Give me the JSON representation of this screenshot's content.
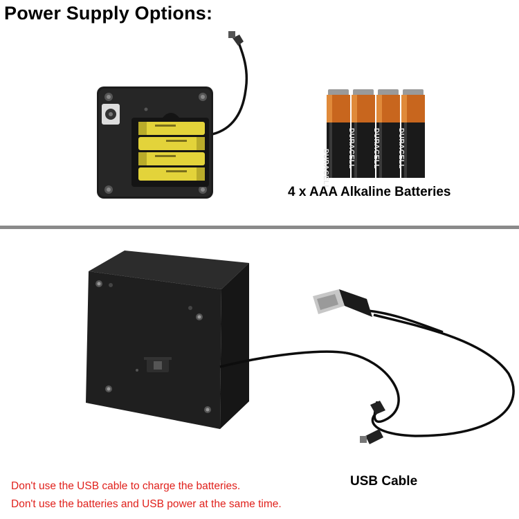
{
  "page": {
    "title": "Power Supply Options:",
    "battery_caption": "4 x AAA Alkaline Batteries",
    "battery_brand": "DURACELL",
    "usb_caption": "USB Cable",
    "warnings": [
      "Don't use the USB cable to charge the batteries.",
      "Don't use the batteries and USB power at the same time."
    ]
  },
  "colors": {
    "warning_text": "#e0201b",
    "divider": "#8a8a8a",
    "battery_copper": "#c8661e",
    "battery_body": "#1a1a1a",
    "battery_yellow": "#e3d33a",
    "box_black": "#1c1c1c"
  }
}
